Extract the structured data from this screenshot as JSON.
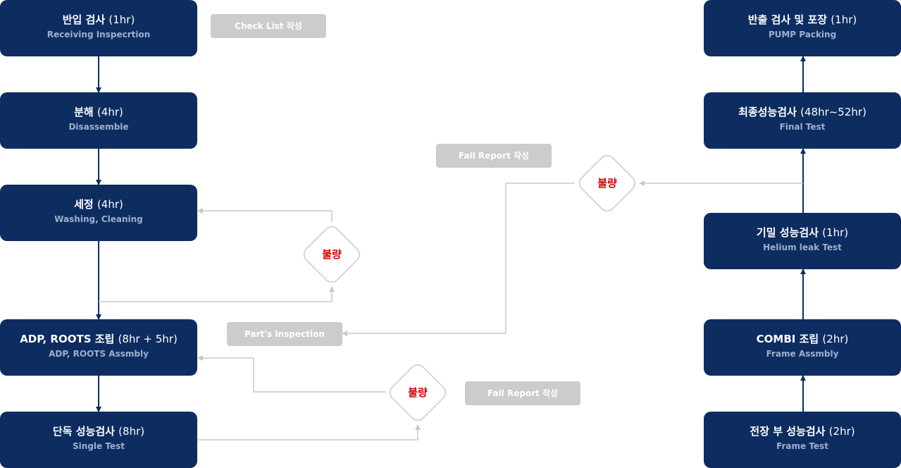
{
  "colors": {
    "step_bg": "#0d2c60",
    "step_sub": "#9fb0cc",
    "note_bg": "#cccccc",
    "fail": "#d40000",
    "line_main": "#0d2c60",
    "line_loop": "#cccccc"
  },
  "steps": {
    "receiving": {
      "ko": "반입 검사",
      "dur": "(1hr)",
      "en": "Receiving Inspecrtion"
    },
    "disassemble": {
      "ko": "분해",
      "dur": "(4hr)",
      "en": "Disassemble"
    },
    "washing": {
      "ko": "세정",
      "dur": "(4hr)",
      "en": "Washing, Cleaning"
    },
    "adp_roots": {
      "ko": "ADP, ROOTS 조립",
      "dur": "(8hr + 5hr)",
      "en": "ADP, ROOTS Assmbly"
    },
    "single": {
      "ko": "단독 성능검사",
      "dur": "(8hr)",
      "en": "Single Test"
    },
    "packing": {
      "ko": "반출 검사 및 포장",
      "dur": "(1hr)",
      "en": "PUMP Packing"
    },
    "final": {
      "ko": "최종성능검사",
      "dur": "(48hr~52hr)",
      "en": "Final Test"
    },
    "helium": {
      "ko": "기밀 성능검사",
      "dur": "(1hr)",
      "en": "Helium leak Test"
    },
    "combi": {
      "ko": "COMBI 조립",
      "dur": "(2hr)",
      "en": "Frame Assmbly"
    },
    "frame": {
      "ko": "전장 부 성능검사",
      "dur": "(2hr)",
      "en": "Frame Test"
    }
  },
  "notes": {
    "checklist": "Check List 작성",
    "fail_report_top": "Fail Report 작성",
    "parts_inspection": "Part's Inspection",
    "fail_report_bottom": "Fail Report 작성"
  },
  "decisions": {
    "washing_fail": "불량",
    "final_fail": "불량",
    "single_fail": "불량"
  }
}
